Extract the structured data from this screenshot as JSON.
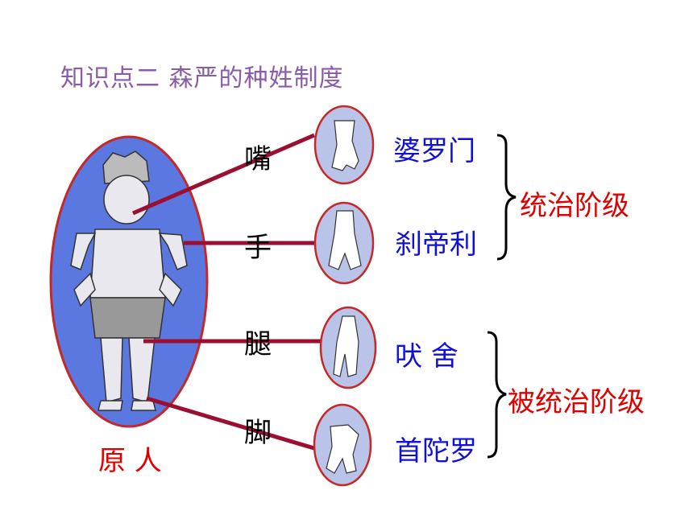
{
  "title": "知识点二  森严的种姓制度",
  "origin_label": "原 人",
  "body_parts": [
    "嘴",
    "手",
    "腿",
    "脚"
  ],
  "castes": [
    "婆罗门",
    "刹帝利",
    "吠  舍",
    "首陀罗"
  ],
  "classes": [
    "统治阶级",
    "被统治阶级"
  ],
  "colors": {
    "title": "#8a5ca8",
    "oval_fill": "#5a78e0",
    "oval_border": "#c62828",
    "line": "#9b1030",
    "caste_text": "#1010d8",
    "class_text": "#e00000",
    "medallion_fill": "#b9c4e8"
  }
}
